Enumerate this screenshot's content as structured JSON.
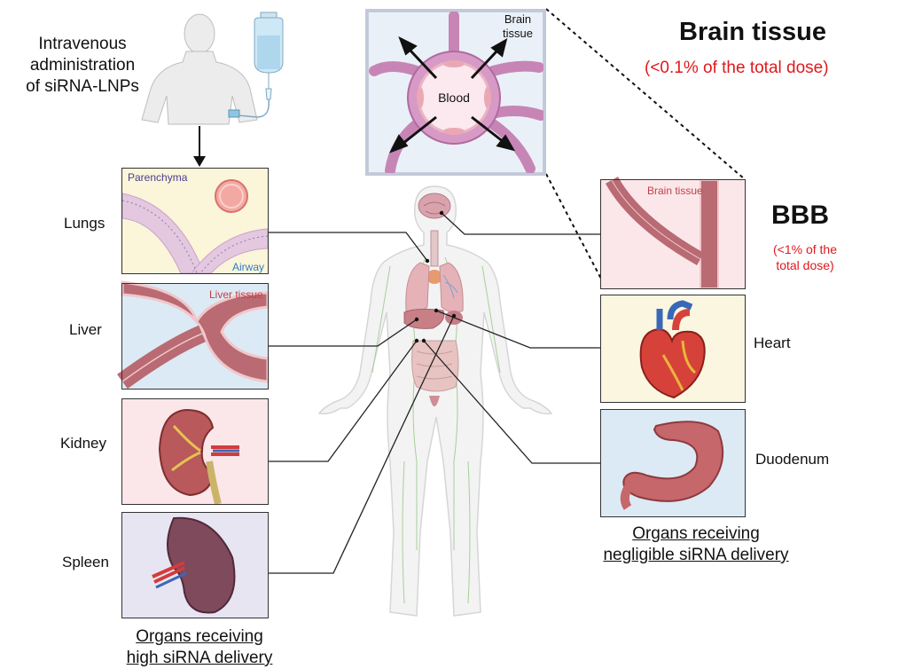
{
  "iv": {
    "line1": "Intravenous",
    "line2": "administration",
    "line3": "of siRNA-LNPs"
  },
  "brain_inset": {
    "label_line1": "Brain",
    "label_line2": "tissue",
    "blood": "Blood"
  },
  "brain_tissue": {
    "title": "Brain tissue",
    "dose": "(<0.1% of the total dose)"
  },
  "bbb": {
    "title": "BBB",
    "dose_line1": "(<1% of the",
    "dose_line2": "total dose)",
    "panel_label": "Brain tissue"
  },
  "high_delivery": {
    "title_line1": "Organs receiving",
    "title_line2": "high siRNA delivery",
    "organs": {
      "lungs": "Lungs",
      "liver": "Liver",
      "kidney": "Kidney",
      "spleen": "Spleen"
    },
    "lungs_panel": {
      "parenchyma": "Parenchyma",
      "airway": "Airway"
    },
    "liver_panel": {
      "tissue": "Liver tissue"
    }
  },
  "negligible_delivery": {
    "title_line1": "Organs receiving",
    "title_line2": "negligible siRNA delivery",
    "organs": {
      "heart": "Heart",
      "duodenum": "Duodenum"
    }
  },
  "colors": {
    "red_accent": "#e0191c",
    "vessel": "#b5585f",
    "lungs_bg": "#fbf5d9",
    "liver_bg": "#dceaf5",
    "kidney_bg": "#fbe7e9",
    "spleen_bg": "#e7e5f2",
    "heart_bg": "#fbf6e0",
    "duodenum_bg": "#dceaf5"
  }
}
